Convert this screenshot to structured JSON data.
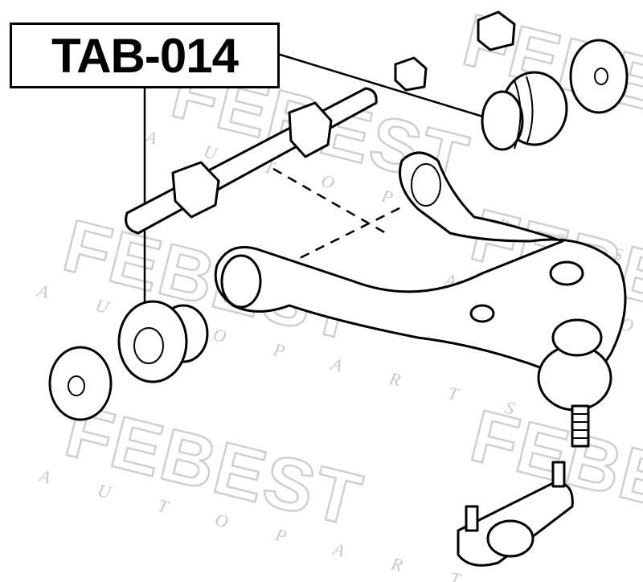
{
  "part_label": "TAB-014",
  "watermark": {
    "brand": "FEBEST",
    "tagline": "A U T O   P A R T S"
  }
}
